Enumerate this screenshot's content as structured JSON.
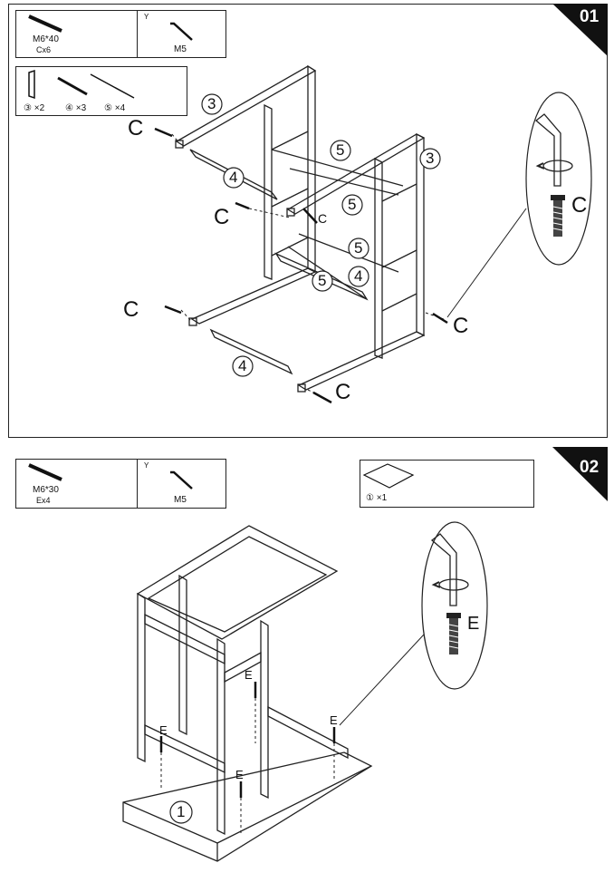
{
  "steps": [
    {
      "number": "01",
      "hardware": [
        {
          "name": "M6*40",
          "qty": "Cx6"
        },
        {
          "name": "M5",
          "marker": "Y"
        }
      ],
      "parts": [
        {
          "label": "③ ×2"
        },
        {
          "label": "④ ×3"
        },
        {
          "label": "⑤ ×4"
        }
      ],
      "callouts": {
        "part_3": "3",
        "part_4": "4",
        "part_5": "5",
        "screw": "C"
      }
    },
    {
      "number": "02",
      "hardware": [
        {
          "name": "M6*30",
          "qty": "Ex4"
        },
        {
          "name": "M5",
          "marker": "Y"
        }
      ],
      "parts": [
        {
          "label": "① ×1"
        }
      ],
      "callouts": {
        "board": "1",
        "screw": "E"
      }
    }
  ]
}
